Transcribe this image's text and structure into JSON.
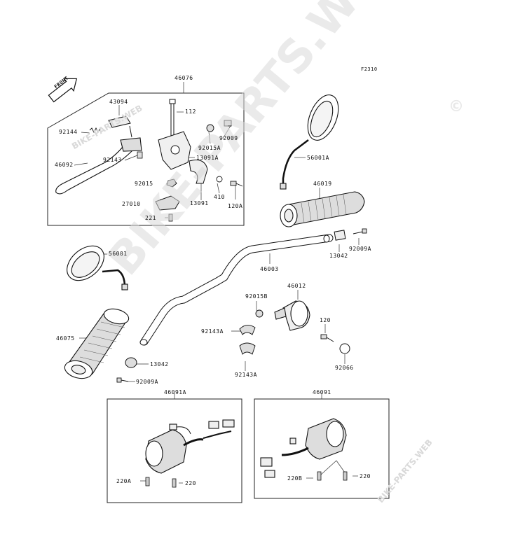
{
  "figure_code": "F2310",
  "front_arrow_label": "FRONT",
  "watermark": {
    "main": "BIKE-PARTS.WEB",
    "copyright_symbol": "©",
    "small_1": "BIKE-PARTS.WEB",
    "small_2": "BIKE-PARTS.WEB"
  },
  "parts": {
    "p46076": "46076",
    "p43094": "43094",
    "p92144": "92144",
    "p92143": "92143",
    "p46092": "46092",
    "p112": "112",
    "p92009": "92009",
    "p92015A": "92015A",
    "p13091A": "13091A",
    "p92015": "92015",
    "p410": "410",
    "p27010": "27010",
    "p13091": "13091",
    "p120A": "120A",
    "p221": "221",
    "p56001A": "56001A",
    "p46019": "46019",
    "p92009A_r": "92009A",
    "p13042_r": "13042",
    "p56001": "56001",
    "p46003": "46003",
    "p46012": "46012",
    "p92015B": "92015B",
    "p120": "120",
    "p92143A_1": "92143A",
    "p92143A_2": "92143A",
    "p92066": "92066",
    "p46075": "46075",
    "p13042_l": "13042",
    "p92009A_l": "92009A",
    "p46091A": "46091A",
    "p220A": "220A",
    "p220_l": "220",
    "p46091": "46091",
    "p220B": "220B",
    "p220_r": "220"
  }
}
